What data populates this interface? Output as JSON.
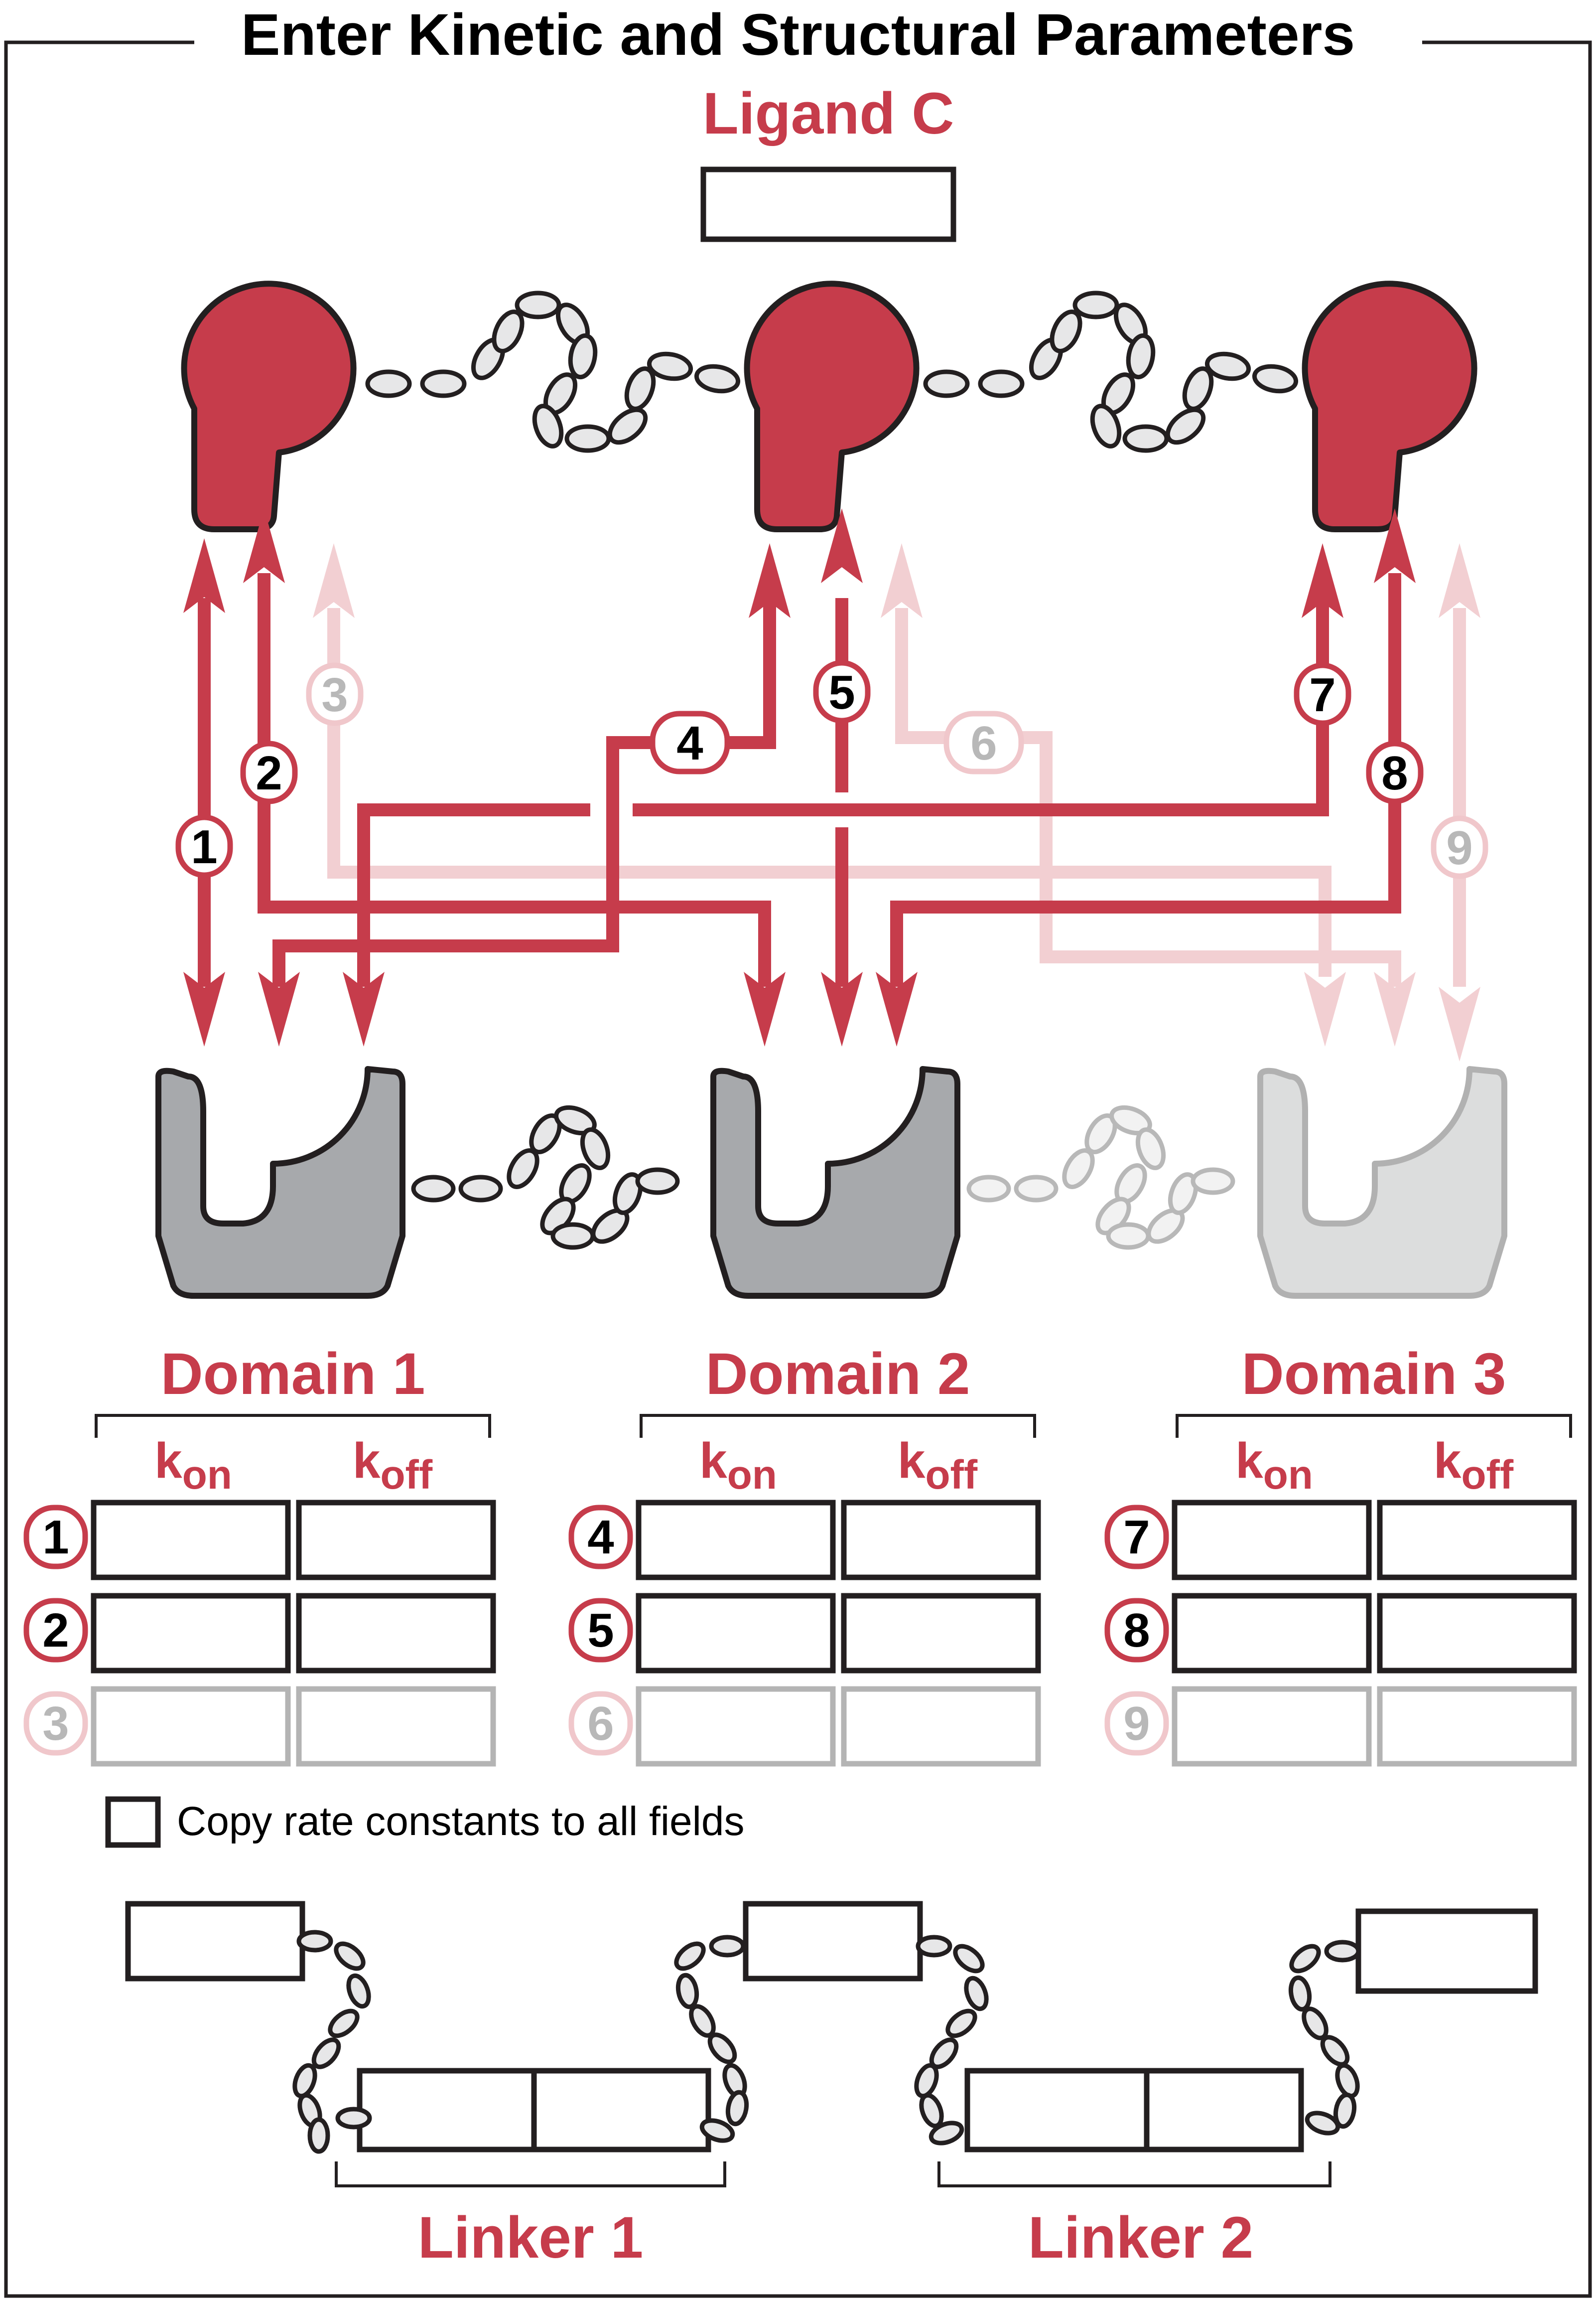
{
  "title": "Enter Kinetic and Structural Parameters",
  "ligand": {
    "label": "Ligand C",
    "value": ""
  },
  "domains": [
    {
      "label": "Domain 1",
      "rows": [
        {
          "num": "1",
          "kon": "",
          "koff": "",
          "enabled": true
        },
        {
          "num": "2",
          "kon": "",
          "koff": "",
          "enabled": true
        },
        {
          "num": "3",
          "kon": "",
          "koff": "",
          "enabled": false
        }
      ]
    },
    {
      "label": "Domain 2",
      "rows": [
        {
          "num": "4",
          "kon": "",
          "koff": "",
          "enabled": true
        },
        {
          "num": "5",
          "kon": "",
          "koff": "",
          "enabled": true
        },
        {
          "num": "6",
          "kon": "",
          "koff": "",
          "enabled": false
        }
      ]
    },
    {
      "label": "Domain 3",
      "rows": [
        {
          "num": "7",
          "kon": "",
          "koff": "",
          "enabled": true
        },
        {
          "num": "8",
          "kon": "",
          "koff": "",
          "enabled": true
        },
        {
          "num": "9",
          "kon": "",
          "koff": "",
          "enabled": false
        }
      ]
    }
  ],
  "column_headers": {
    "kon_base": "k",
    "kon_sub": "on",
    "koff_base": "k",
    "koff_sub": "off"
  },
  "copy_checkbox": {
    "label": "Copy rate constants to all fields",
    "checked": false
  },
  "linkers": [
    {
      "label": "Linker 1",
      "ligand_length": "",
      "min": "",
      "max": ""
    },
    {
      "label": "Linker 2",
      "ligand_length": "",
      "min": "",
      "max": "",
      "extra": ""
    }
  ],
  "colors": {
    "accent": "#c63c4b",
    "faint_accent": "#f2cfd2",
    "domain_gray": "#a7a9ac",
    "faint_gray": "#dcdddd",
    "bead_fill": "#e7e7e8"
  },
  "icons": {
    "ligand_domain": "ligand-domain-icon",
    "receptor_domain": "receptor-domain-icon",
    "linker_bead": "linker-bead-icon"
  }
}
